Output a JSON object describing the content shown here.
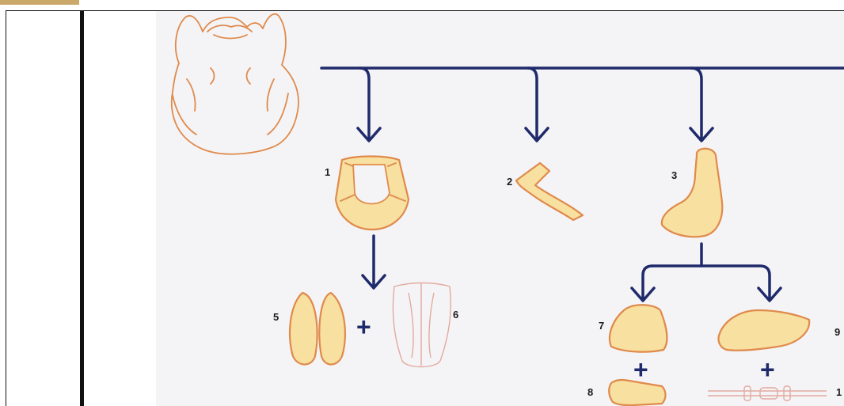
{
  "labels": {
    "breast": "1",
    "wing": "2",
    "leg_quarter": "3",
    "breast_fillet": "5",
    "breast_frame": "6",
    "thigh": "7",
    "drumstick": "8",
    "leg_meat": "9",
    "leg_bone": "1"
  },
  "operators": {
    "plus": "+"
  },
  "colors": {
    "arrow": "#1f2a6b",
    "part_fill": "#f7e0a0",
    "part_stroke": "#e08a4c",
    "background": "#f4f4f6"
  },
  "icons": {
    "carcass": "whole-chicken-carcass-icon"
  }
}
